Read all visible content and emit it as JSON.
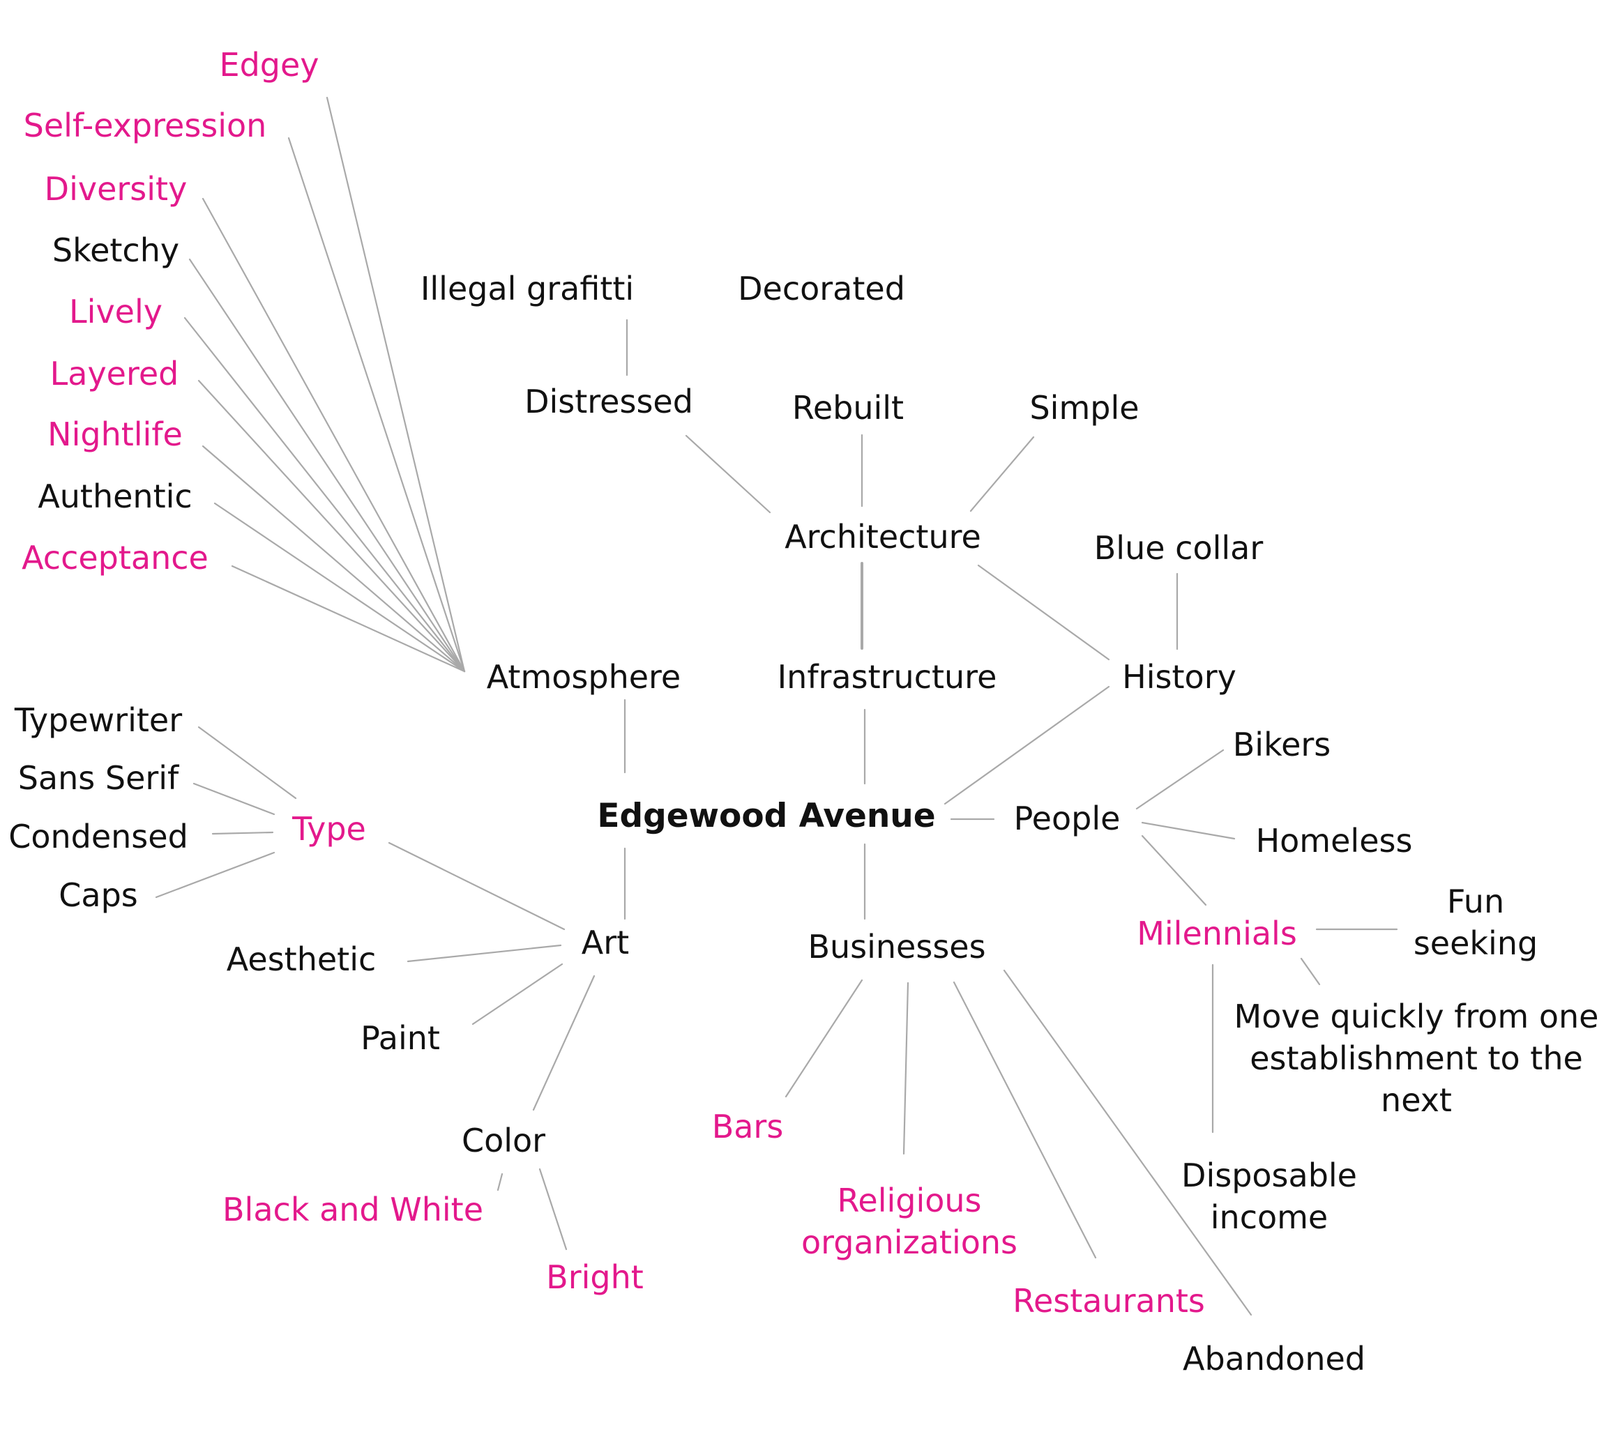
{
  "center": {
    "label": "Edgewood Avenue"
  },
  "colors": {
    "highlight": "#e3198c",
    "text": "#111111",
    "line": "#a9a9a9"
  },
  "nodes": {
    "atmosphere": "Atmosphere",
    "infrastructure": "Infrastructure",
    "history": "History",
    "people": "People",
    "businesses": "Businesses",
    "art": "Art",
    "architecture": "Architecture",
    "distressed": "Distressed",
    "illegal_grafitti": "Illegal grafitti",
    "decorated": "Decorated",
    "rebuilt": "Rebuilt",
    "simple": "Simple",
    "blue_collar": "Blue collar",
    "edgey": "Edgey",
    "self_expression": "Self-expression",
    "diversity": "Diversity",
    "sketchy": "Sketchy",
    "lively": "Lively",
    "layered": "Layered",
    "nightlife": "Nightlife",
    "authentic": "Authentic",
    "acceptance": "Acceptance",
    "type": "Type",
    "typewriter": "Typewriter",
    "sans_serif": "Sans Serif",
    "condensed": "Condensed",
    "caps": "Caps",
    "aesthetic": "Aesthetic",
    "paint": "Paint",
    "color": "Color",
    "black_and_white": "Black and White",
    "bright": "Bright",
    "bikers": "Bikers",
    "homeless": "Homeless",
    "milenials": "Milennials",
    "fun_seeking": "Fun\nseeking",
    "move_quickly": "Move quickly from one\nestablishment to the\nnext",
    "disposable_income": "Disposable\nincome",
    "bars": "Bars",
    "religious": "Religious\norganizations",
    "restaurants": "Restaurants",
    "abandoned": "Abandoned"
  }
}
